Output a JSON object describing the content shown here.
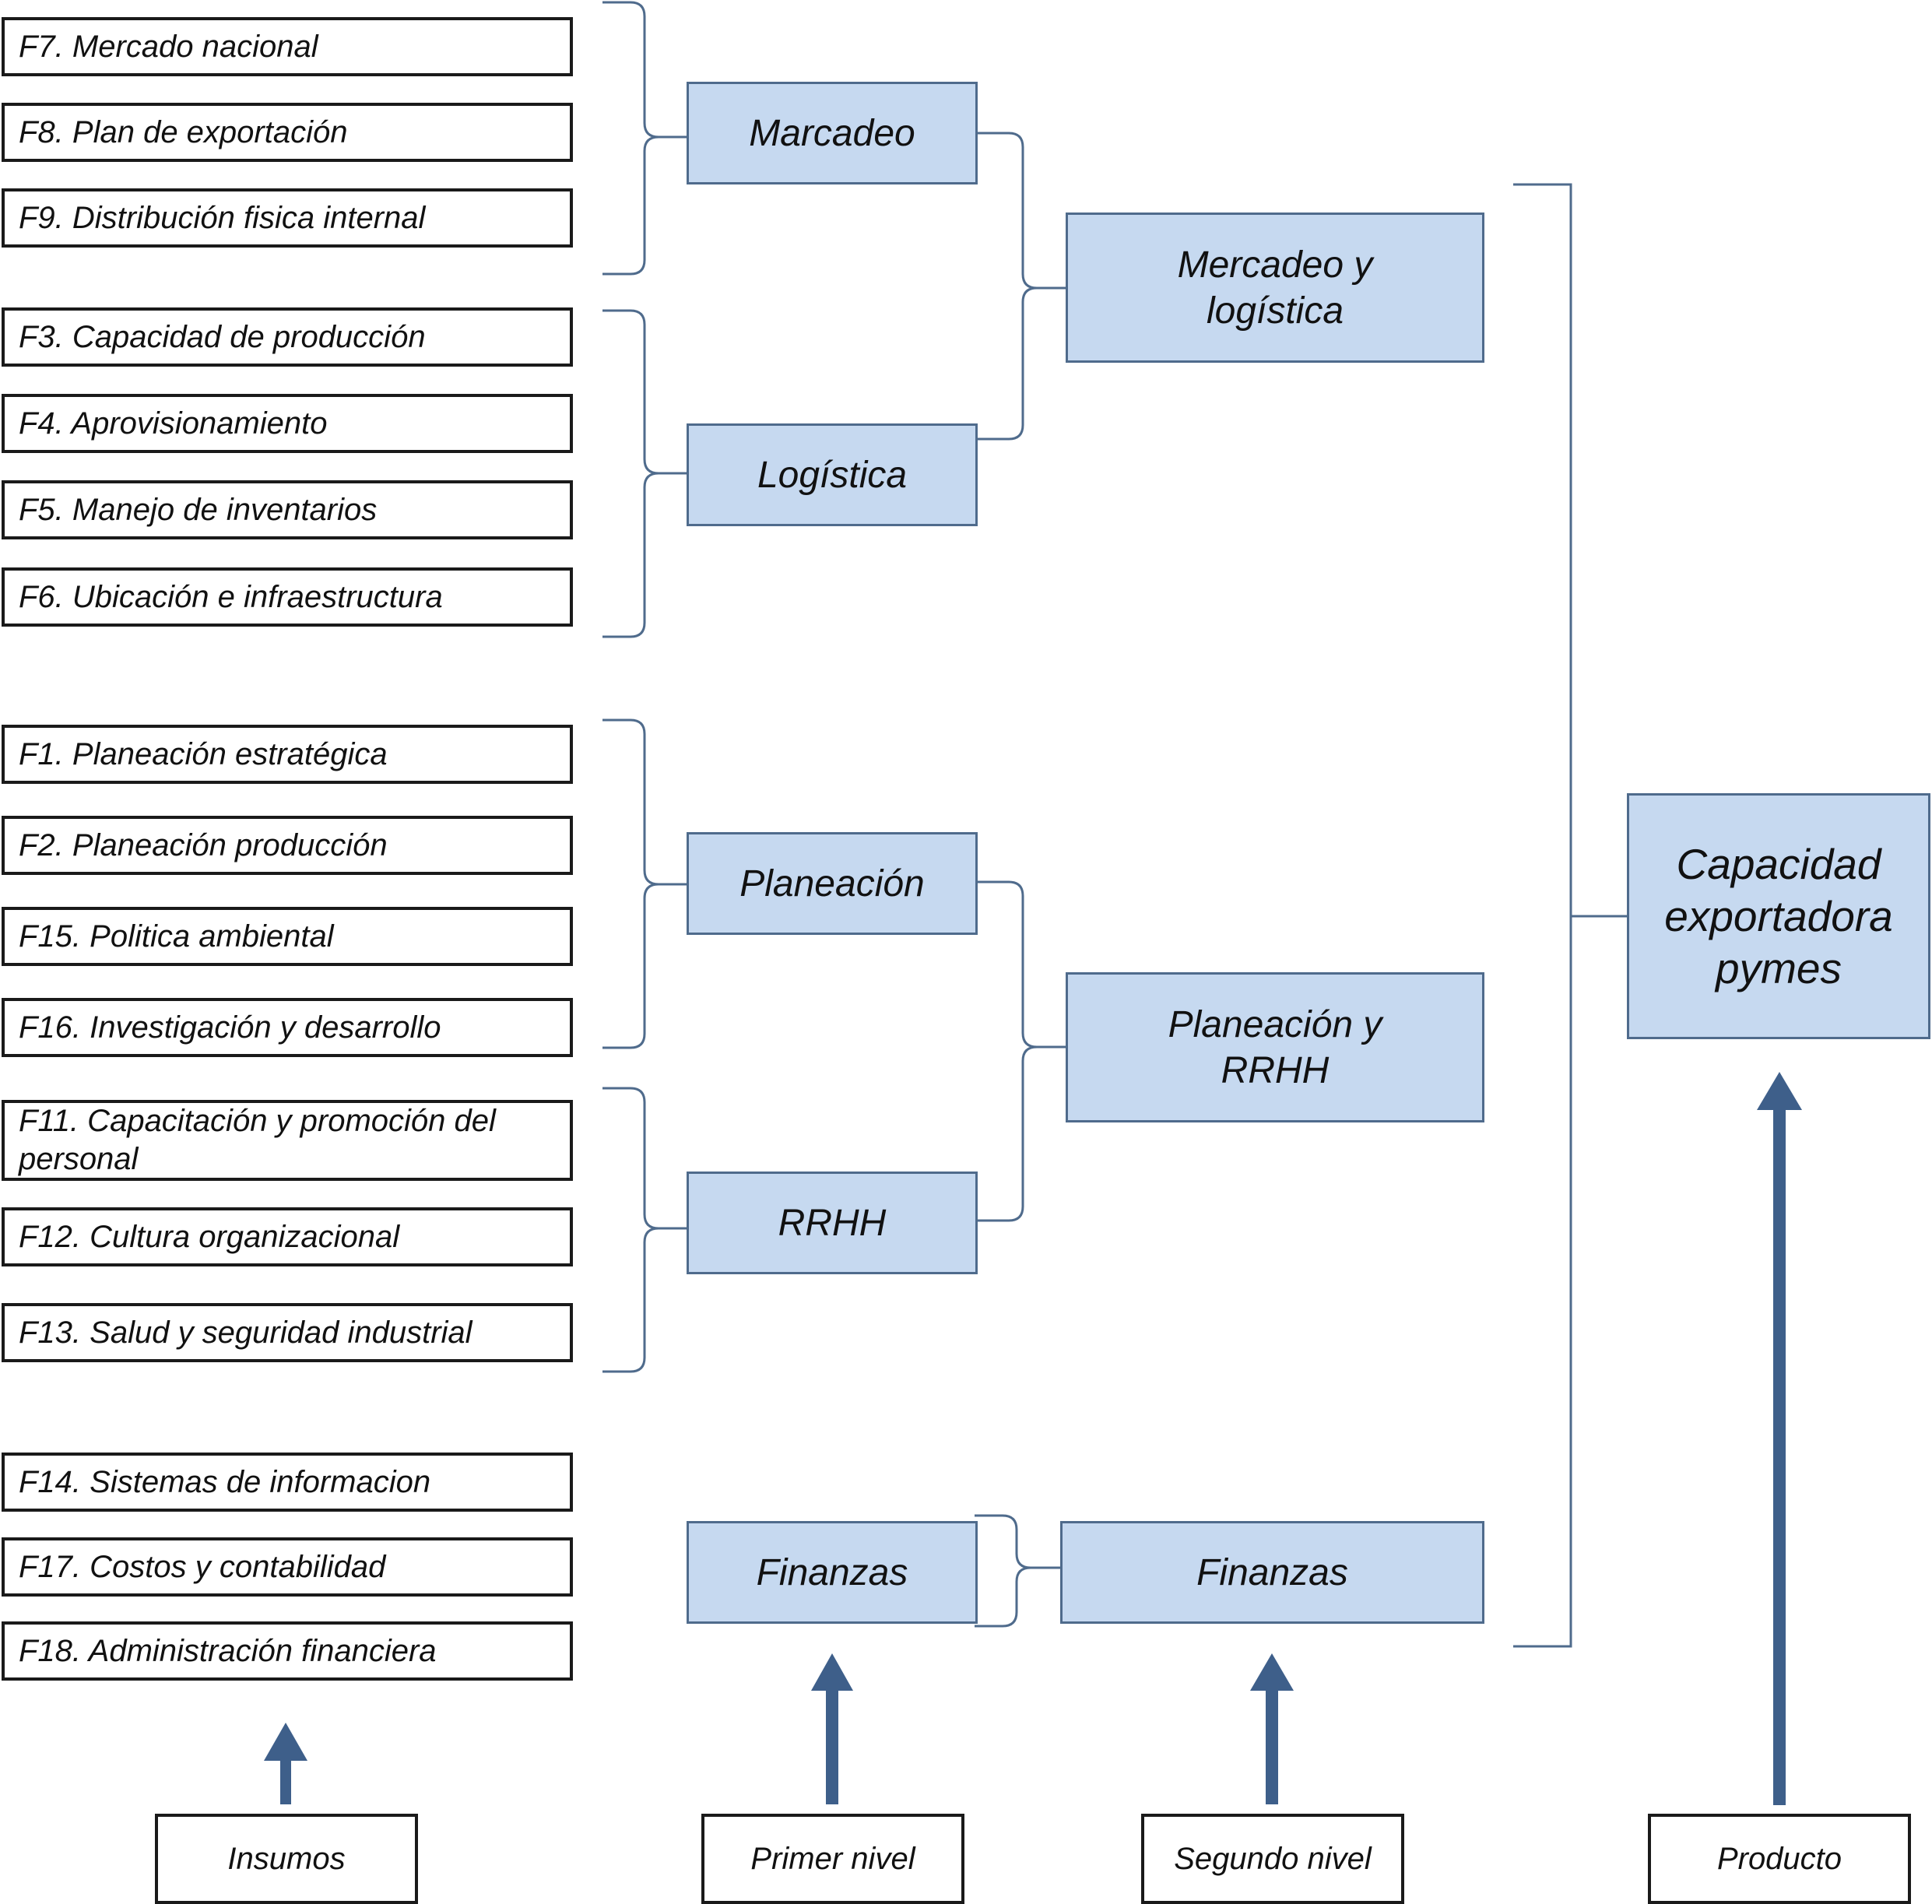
{
  "colors": {
    "level_fill": "#c6d9f0",
    "level_border": "#4f6b8c",
    "arrow": "#3e5f8a",
    "connector": "#4f6b8c"
  },
  "inputs": {
    "f7": "F7. Mercado nacional",
    "f8": "F8. Plan de exportación",
    "f9": "F9. Distribución fisica internal",
    "f3": "F3. Capacidad de producción",
    "f4": "F4. Aprovisionamiento",
    "f5": "F5. Manejo de inventarios",
    "f6": "F6. Ubicación e infraestructura",
    "f1": "F1. Planeación estratégica",
    "f2": "F2. Planeación producción",
    "f15": "F15. Politica ambiental",
    "f16": "F16. Investigación y desarrollo",
    "f11": "F11. Capacitación y promoción del personal",
    "f12": "F12. Cultura organizacional",
    "f13": "F13. Salud y seguridad industrial",
    "f14": "F14. Sistemas de informacion",
    "f17": "F17. Costos y contabilidad",
    "f18": "F18. Administración financiera"
  },
  "first_level": {
    "marcadeo": "Marcadeo",
    "logistica": "Logística",
    "planeacion": "Planeación",
    "rrhh": "RRHH",
    "finanzas": "Finanzas"
  },
  "second_level": {
    "mercadeo_logistica": "Mercadeo y logística",
    "planeacion_rrhh": "Planeación y RRHH",
    "finanzas": "Finanzas"
  },
  "product": "Capacidad exportadora pymes",
  "legend": {
    "insumos": "Insumos",
    "primer_nivel": "Primer nivel",
    "segundo_nivel": "Segundo nivel",
    "producto": "Producto"
  }
}
